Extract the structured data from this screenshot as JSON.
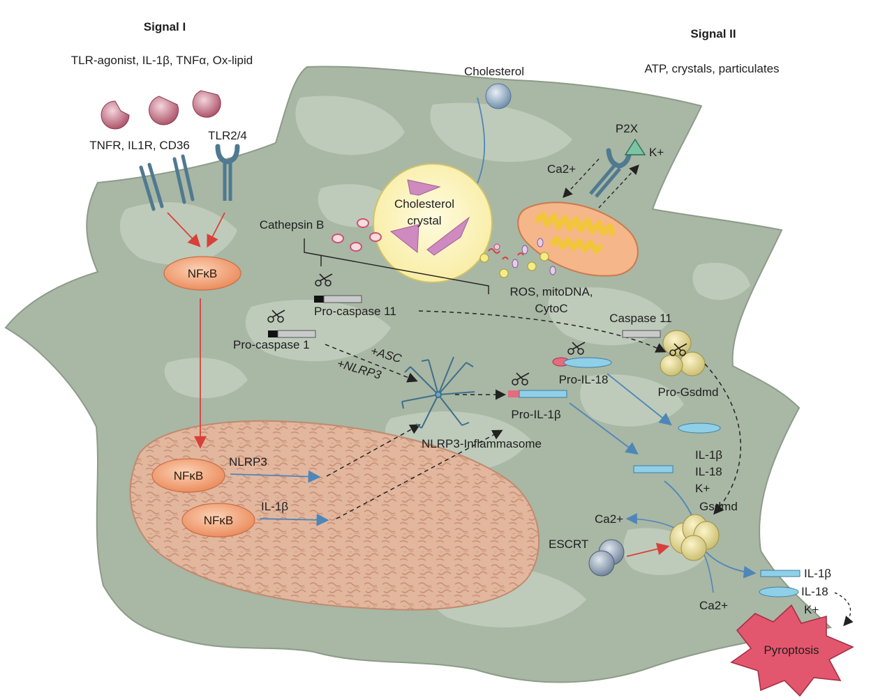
{
  "signal_1": {
    "title": "Signal I",
    "agonists": "TLR-agonist, IL-1β, TNFα, Ox-lipid",
    "receptors": "TNFR, IL1R, CD36",
    "tlr": "TLR2/4"
  },
  "signal_2": {
    "title": "Signal II",
    "stimuli": "ATP, crystals, particulates",
    "p2x": "P2X",
    "ca_in": "Ca2+",
    "k_out": "K+"
  },
  "cholesterol": {
    "label": "Cholesterol",
    "crystal_line1": "Cholesterol",
    "crystal_line2": "crystal"
  },
  "cathepsin": "Cathepsin B",
  "mito_products": {
    "line1": "ROS, mitoDNA,",
    "line2": "CytoC"
  },
  "nfkb": {
    "cyto": "NFκB",
    "nuc1": "NFκB",
    "nuc2": "NFκB"
  },
  "nucleus": {
    "gene1": "NLRP3",
    "gene2": "IL-1β"
  },
  "caspases": {
    "pro_casp11": "Pro-caspase 11",
    "pro_casp1": "Pro-caspase 1",
    "casp11": "Caspase 11",
    "asc": "+ASC",
    "nlrp3": "+NLRP3"
  },
  "inflammasome": "NLRP3-Inflammasome",
  "cytokines": {
    "pro_il18": "Pro-IL-18",
    "pro_il1b": "Pro-IL-1β",
    "pro_gsdmd": "Pro-Gsdmd"
  },
  "products": {
    "il1b": "IL-1β",
    "il18": "IL-18",
    "k": "K+",
    "gsdmd": "Gsdmd"
  },
  "membrane": {
    "ca_out": "Ca2+",
    "ca_in": "Ca2+",
    "escrt": "ESCRT"
  },
  "released": {
    "il1b": "IL-1β",
    "il18": "IL-18",
    "k": "K+"
  },
  "outcome": "Pyroptosis",
  "colors": {
    "cell": "#a9b7a5",
    "cell_light": "#c4d0c0",
    "nucleus": "#e2b79e",
    "nfkb": "#f2a57c",
    "mito": "#f5b68a",
    "red_arrow": "#d8403a",
    "blue_arrow": "#4e86b8",
    "pyroptosis": "#e3576e"
  }
}
